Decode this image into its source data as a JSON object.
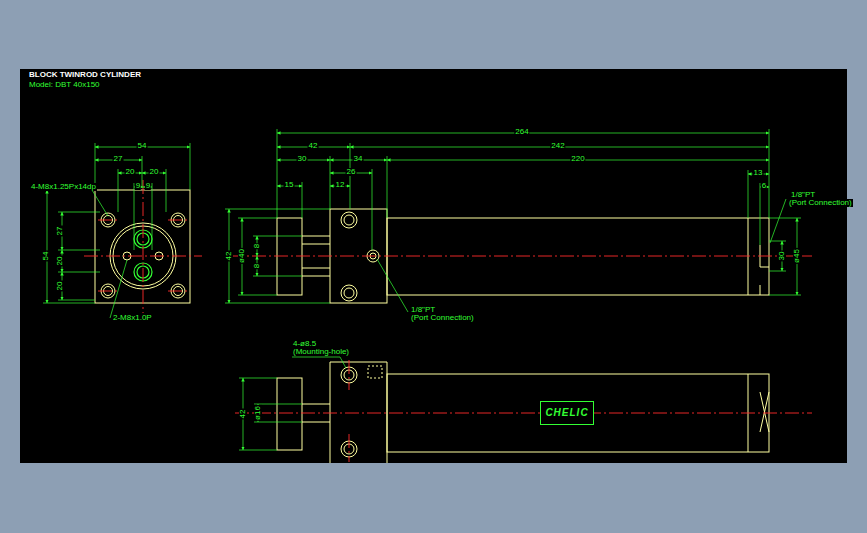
{
  "diagram": {
    "title": "BLOCK TWINROD CYLINDER",
    "nodes": [
      {
        "text": [
          "CHELIC"
        ]
      }
    ],
    "labels": [
      "Model: DBT 40x150",
      "54",
      "27",
      "20",
      "20",
      "9",
      "9",
      "4-M8x1.25Px14dp",
      "27",
      "54",
      "20",
      "20",
      "2-M8x1.0P",
      "264",
      "42",
      "242",
      "30",
      "34",
      "220",
      "15",
      "12",
      "26",
      "13",
      "6",
      "ø40",
      "42",
      "8",
      "8",
      "1/8\"PT",
      "(Port Connection)",
      "1/8\"PT",
      "(Port Connection)",
      "30",
      "ø45",
      "4-ø8.5",
      "(Mounting-hole)",
      "42",
      "ø16"
    ]
  }
}
